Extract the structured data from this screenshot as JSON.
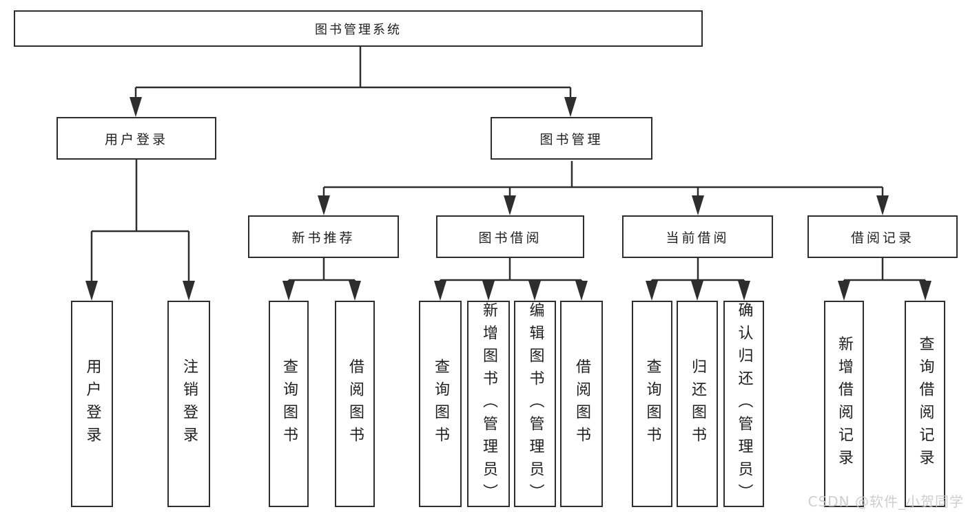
{
  "tree": {
    "root": {
      "label": "图书管理系统",
      "children": [
        {
          "label": "用户登录",
          "children": [
            {
              "label": "用户登录"
            },
            {
              "label": "注销登录"
            }
          ]
        },
        {
          "label": "图书管理",
          "children": [
            {
              "label": "新书推荐",
              "children": [
                {
                  "label": "查询图书"
                },
                {
                  "label": "借阅图书"
                }
              ]
            },
            {
              "label": "图书借阅",
              "children": [
                {
                  "label": "查询图书"
                },
                {
                  "label": "新增图书（管理员）"
                },
                {
                  "label": "编辑图书（管理员）"
                },
                {
                  "label": "借阅图书"
                }
              ]
            },
            {
              "label": "当前借阅",
              "children": [
                {
                  "label": "查询图书"
                },
                {
                  "label": "归还图书"
                },
                {
                  "label": "确认归还（管理员）"
                }
              ]
            },
            {
              "label": "借阅记录",
              "children": [
                {
                  "label": "新增借阅记录"
                },
                {
                  "label": "查询借阅记录"
                }
              ]
            }
          ]
        }
      ]
    }
  },
  "watermark": "CSDN @软件_小贺同学",
  "colors": {
    "line": "#2e2e2e",
    "border": "#2d2d2d",
    "text": "#1f1f1f",
    "background": "#ffffff",
    "watermark": "#c9c9c9"
  }
}
